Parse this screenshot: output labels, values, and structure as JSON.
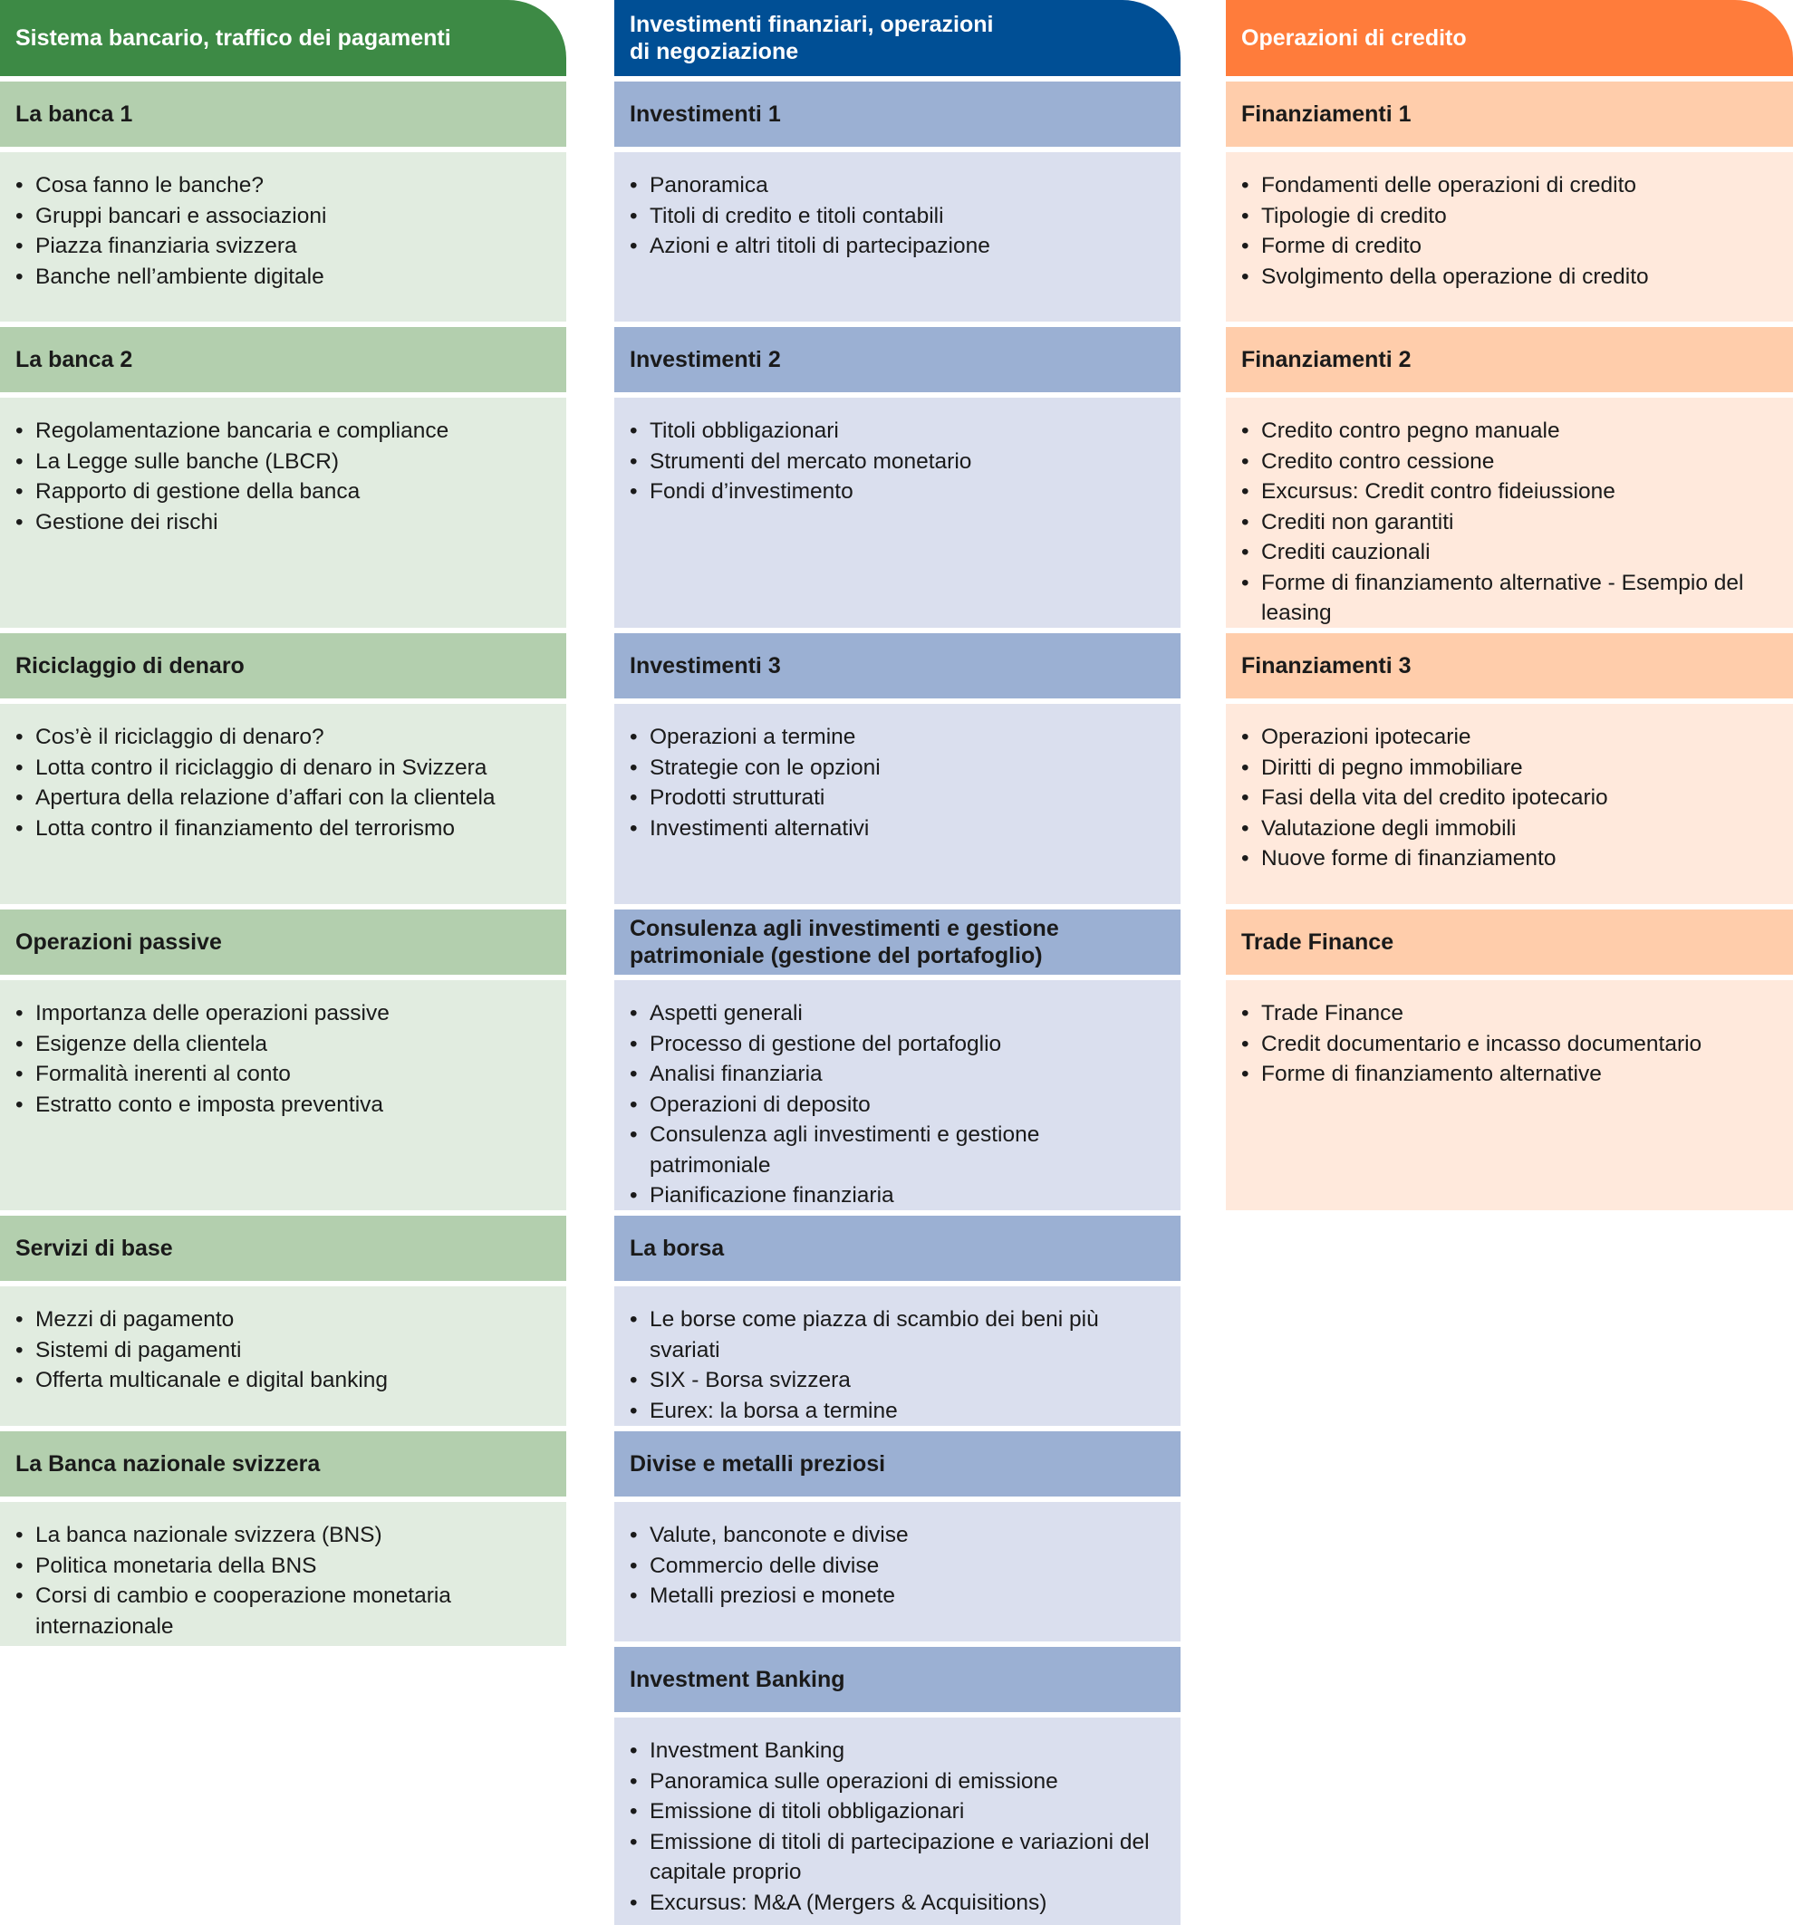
{
  "columns": [
    {
      "title": "Sistema bancario, traffico dei pagamenti",
      "sections": [
        {
          "title": "La banca 1",
          "items": [
            "Cosa fanno le banche?",
            "Gruppi bancari e associazioni",
            "Piazza finanziaria svizzera",
            "Banche nell’ambiente digitale"
          ]
        },
        {
          "title": "La banca 2",
          "items": [
            "Regolamentazione bancaria e compliance",
            "La Legge sulle banche (LBCR)",
            "Rapporto di gestione della banca",
            "Gestione dei rischi"
          ]
        },
        {
          "title": "Riciclaggio di denaro",
          "items": [
            "Cos’è il riciclaggio di denaro?",
            "Lotta contro il riciclaggio di denaro in Svizzera",
            "Apertura della relazione d’affari con la clientela",
            "Lotta contro il finanziamento del terrorismo"
          ]
        },
        {
          "title": "Operazioni passive",
          "items": [
            "Importanza delle operazioni passive",
            "Esigenze della clientela",
            "Formalità inerenti al conto",
            "Estratto conto e imposta preventiva"
          ]
        },
        {
          "title": "Servizi di base",
          "items": [
            "Mezzi di pagamento",
            "Sistemi di pagamenti",
            "Offerta multicanale e digital banking"
          ]
        },
        {
          "title": "La Banca nazionale svizzera",
          "items": [
            "La banca nazionale svizzera (BNS)",
            "Politica monetaria della BNS",
            "Corsi di cambio e cooperazione monetaria internazionale"
          ]
        }
      ]
    },
    {
      "title": "Investimenti finanziari, operazioni\ndi negoziazione",
      "sections": [
        {
          "title": "Investimenti 1",
          "items": [
            "Panoramica",
            "Titoli di credito e titoli contabili",
            "Azioni e altri titoli di partecipazione"
          ]
        },
        {
          "title": "Investimenti 2",
          "items": [
            "Titoli obbligazionari",
            "Strumenti del mercato monetario",
            "Fondi d’investimento"
          ]
        },
        {
          "title": "Investimenti 3",
          "items": [
            "Operazioni a termine",
            "Strategie con le opzioni",
            "Prodotti strutturati",
            "Investimenti alternativi"
          ]
        },
        {
          "title": "Consulenza agli investimenti e gestione patrimoniale (gestione del portafoglio)",
          "items": [
            "Aspetti generali",
            "Processo di gestione del portafoglio",
            "Analisi finanziaria",
            "Operazioni di deposito",
            "Consulenza agli investimenti e gestione patrimoniale",
            "Pianificazione finanziaria"
          ]
        },
        {
          "title": "La borsa",
          "items": [
            "Le borse come piazza di scambio dei beni più svariati",
            "SIX - Borsa svizzera",
            "Eurex: la borsa a termine"
          ]
        },
        {
          "title": "Divise e metalli preziosi",
          "items": [
            "Valute, banconote e divise",
            "Commercio delle divise",
            "Metalli preziosi e monete"
          ]
        },
        {
          "title": "Investment Banking",
          "items": [
            "Investment Banking",
            "Panoramica sulle operazioni di emissione",
            "Emissione di titoli obbligazionari",
            "Emissione di titoli di partecipazione e variazioni del capitale proprio",
            "Excursus: M&A (Mergers & Acquisitions)"
          ]
        }
      ]
    },
    {
      "title": "Operazioni di credito",
      "sections": [
        {
          "title": "Finanziamenti 1",
          "items": [
            "Fondamenti delle operazioni di credito",
            "Tipologie di credito",
            "Forme di credito",
            "Svolgimento della operazione di credito"
          ]
        },
        {
          "title": "Finanziamenti 2",
          "items": [
            "Credito contro pegno manuale",
            "Credito contro cessione",
            "Excursus: Credit contro fideiussione",
            "Crediti non garantiti",
            "Crediti cauzionali",
            "Forme di finanziamento alternative - Esempio del leasing"
          ]
        },
        {
          "title": "Finanziamenti 3",
          "items": [
            "Operazioni ipotecarie",
            "Diritti di pegno immobiliare",
            "Fasi della vita del credito ipotecario",
            "Valutazione degli immobili",
            "Nuove forme di finanziamento"
          ]
        },
        {
          "title": "Trade Finance",
          "items": [
            "Trade Finance",
            "Credit documentario e incasso documentario",
            "Forme di finanziamento alternative"
          ]
        }
      ]
    }
  ]
}
